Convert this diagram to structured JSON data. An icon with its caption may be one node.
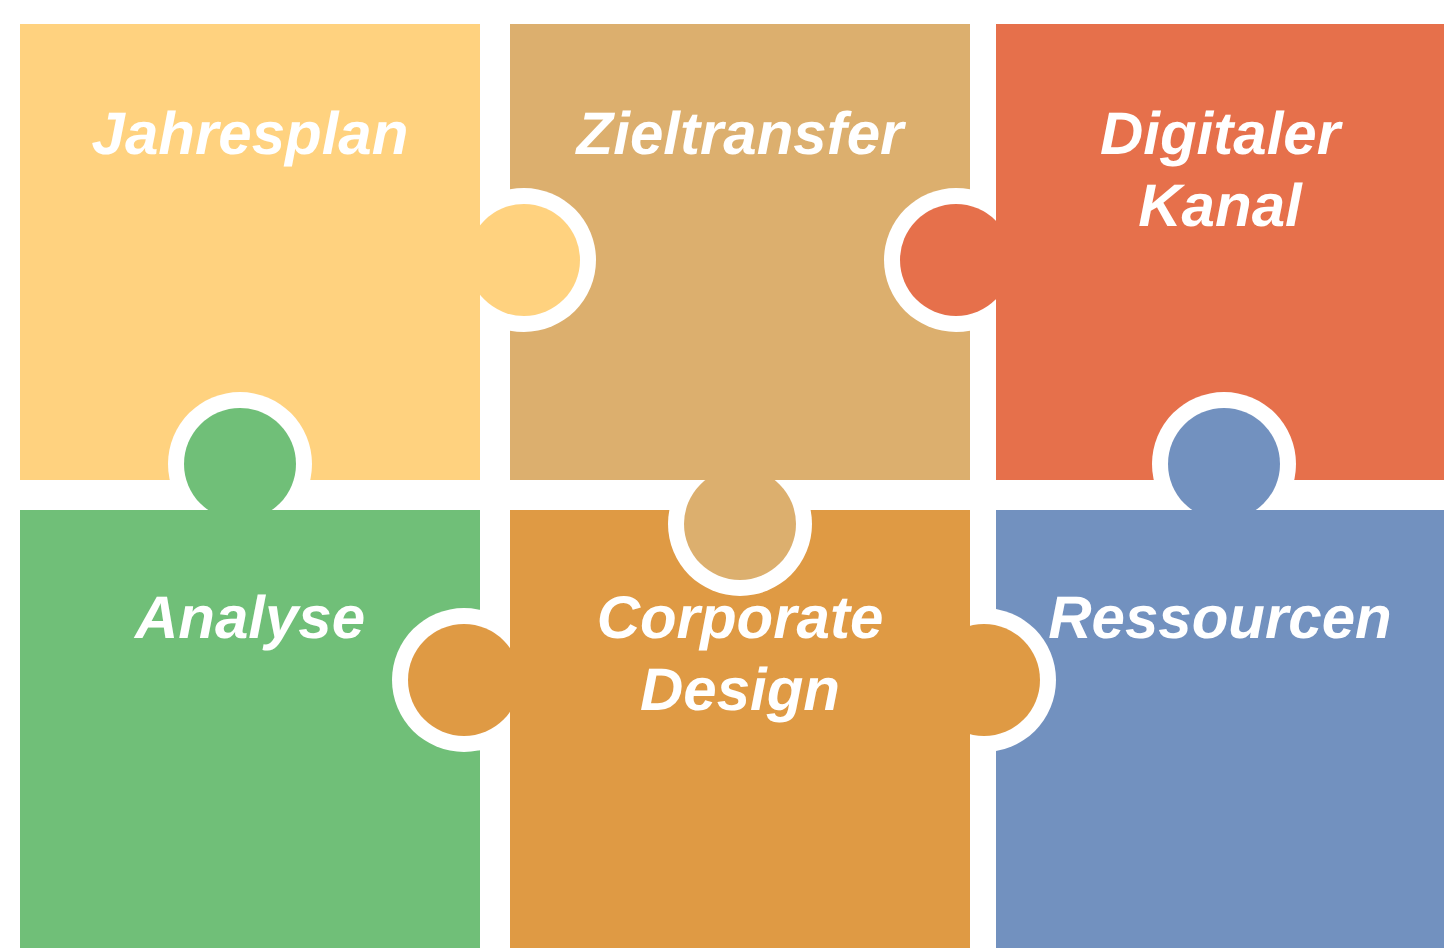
{
  "diagram": {
    "nodes": [
      {
        "text": [
          "Jahresplan"
        ]
      },
      {
        "text": [
          "Zieltransfer"
        ]
      },
      {
        "text": [
          "Digitaler Kanal"
        ]
      },
      {
        "text": [
          "Analyse"
        ]
      },
      {
        "text": [
          "Corporate Design"
        ]
      },
      {
        "text": [
          "Ressourcen"
        ]
      }
    ]
  }
}
